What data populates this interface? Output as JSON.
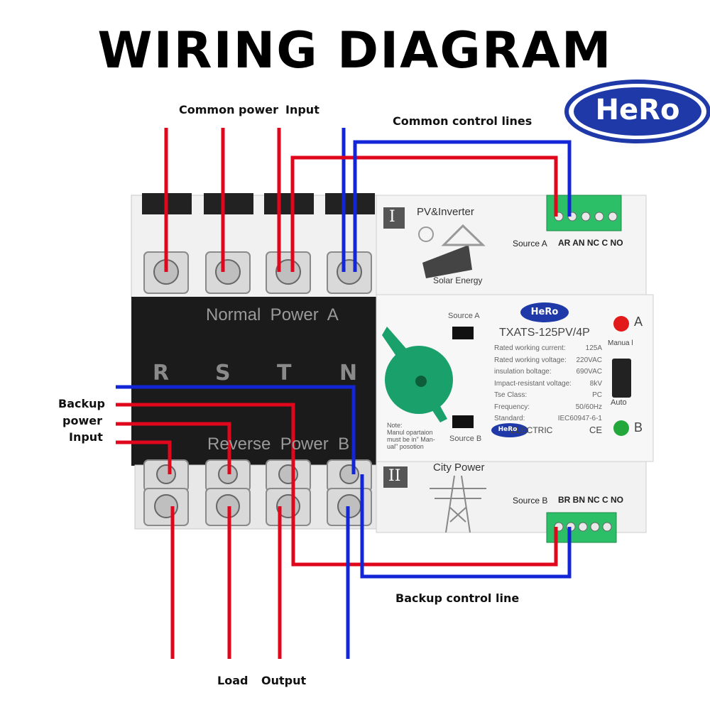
{
  "title": "WIRING DIAGRAM",
  "brand": {
    "logo_text": "HeRo",
    "logo_color": "#1f3aa8"
  },
  "labels": {
    "common_power": "Common power",
    "input_top": "Input",
    "common_control_lines": "Common control lines",
    "backup": "Backup",
    "power": "power",
    "input_left": "Input",
    "load": "Load",
    "output": "Output",
    "backup_control_line": "Backup control line"
  },
  "device": {
    "upper_panel": {
      "roman": "I",
      "name": "PV&Inverter",
      "sub": "Solar Energy",
      "source": "Source A",
      "terminals": "AR AN NC C NO"
    },
    "lower_panel": {
      "roman": "II",
      "name": "City Power",
      "source": "Source B",
      "terminals": "BR BN NC C NO"
    },
    "black_block": {
      "top": "Normal  Power  A",
      "bottom": "Reverse  Power  B",
      "letters": [
        "R",
        "S",
        "T",
        "N"
      ]
    },
    "face": {
      "logo": "HeRo",
      "model": "TXATS-125PV/4P",
      "source_a": "Source  A",
      "source_b": "Source  B",
      "specs": [
        {
          "k": "Rated working current:",
          "v": "125A"
        },
        {
          "k": "Rated working voltage:",
          "v": "220VAC"
        },
        {
          "k": "insulation boltage:",
          "v": "690VAC"
        },
        {
          "k": "Impact-resistant voltage:",
          "v": "8kV"
        },
        {
          "k": "Tse  Class:",
          "v": "PC"
        },
        {
          "k": "Frequency:",
          "v": "50/60Hz"
        },
        {
          "k": "Standard:",
          "v": "IEC60947-6-1"
        }
      ],
      "electric": "ELECTRIC",
      "ce": "CE",
      "manual": "Manua l",
      "auto": "Auto",
      "ind_a": "A",
      "ind_b": "B",
      "note": [
        "Note:",
        "Manul opartaion",
        "must be in\" Man-",
        "ual\"   posotion"
      ]
    }
  },
  "colors": {
    "red_wire": "#e0061b",
    "blue_wire": "#1226d8",
    "terminal_green": "#2dbf68",
    "handle_green": "#1aa06a",
    "lamp_red": "#e21a1a",
    "lamp_green": "#22a83a"
  }
}
